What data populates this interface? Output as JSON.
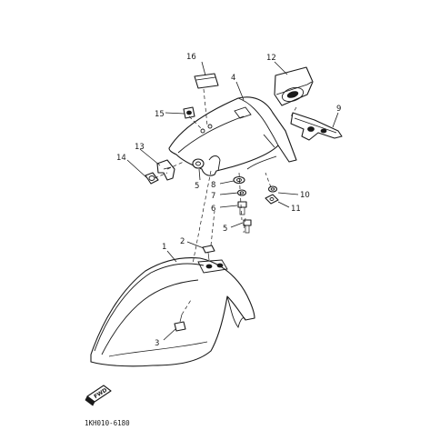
{
  "diagram": {
    "callouts": [
      {
        "id": "c1",
        "label": "1"
      },
      {
        "id": "c2",
        "label": "2"
      },
      {
        "id": "c3",
        "label": "3"
      },
      {
        "id": "c4",
        "label": "4"
      },
      {
        "id": "c5a",
        "label": "5"
      },
      {
        "id": "c5b",
        "label": "5"
      },
      {
        "id": "c6",
        "label": "6"
      },
      {
        "id": "c7",
        "label": "7"
      },
      {
        "id": "c8",
        "label": "8"
      },
      {
        "id": "c9",
        "label": "9"
      },
      {
        "id": "c10",
        "label": "10"
      },
      {
        "id": "c11",
        "label": "11"
      },
      {
        "id": "c12",
        "label": "12"
      },
      {
        "id": "c13",
        "label": "13"
      },
      {
        "id": "c14",
        "label": "14"
      },
      {
        "id": "c15",
        "label": "15"
      },
      {
        "id": "c16",
        "label": "16"
      }
    ],
    "direction_badge": "FWD",
    "drawing_code": "1KH010-6180"
  }
}
